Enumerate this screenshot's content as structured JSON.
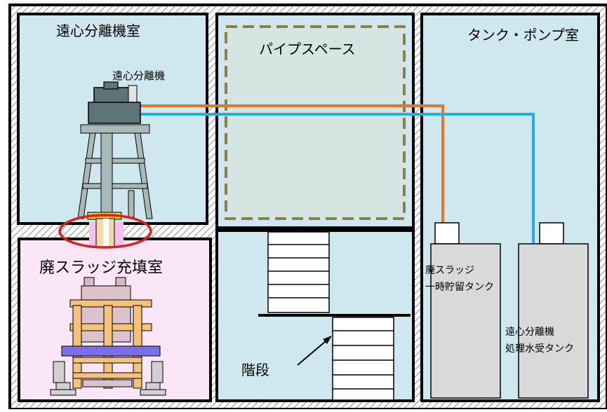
{
  "rooms": {
    "centrifuge_room": "遠心分離機室",
    "pipe_space": "パイプスペース",
    "tank_pump_room": "タンク・ポンプ室",
    "sludge_filling_room": "廃スラッジ充填室",
    "stairs": "階段"
  },
  "equipment": {
    "centrifuge": "遠心分離機",
    "sludge_tank_line1": "廃スラッジ",
    "sludge_tank_line2": "一時貯留タンク",
    "treated_tank_line1": "遠心分離機",
    "treated_tank_line2": "処理水受タンク"
  },
  "colors": {
    "sludge_pipe": "#e0782a",
    "water_pipe": "#21aee8",
    "room_fill": "#cfe8ef",
    "filling_room_fill": "#fbe6f8",
    "highlight_ellipse": "#e31d1d",
    "container_band": "#7b6ee6",
    "frame_orange": "#f5c27a"
  }
}
